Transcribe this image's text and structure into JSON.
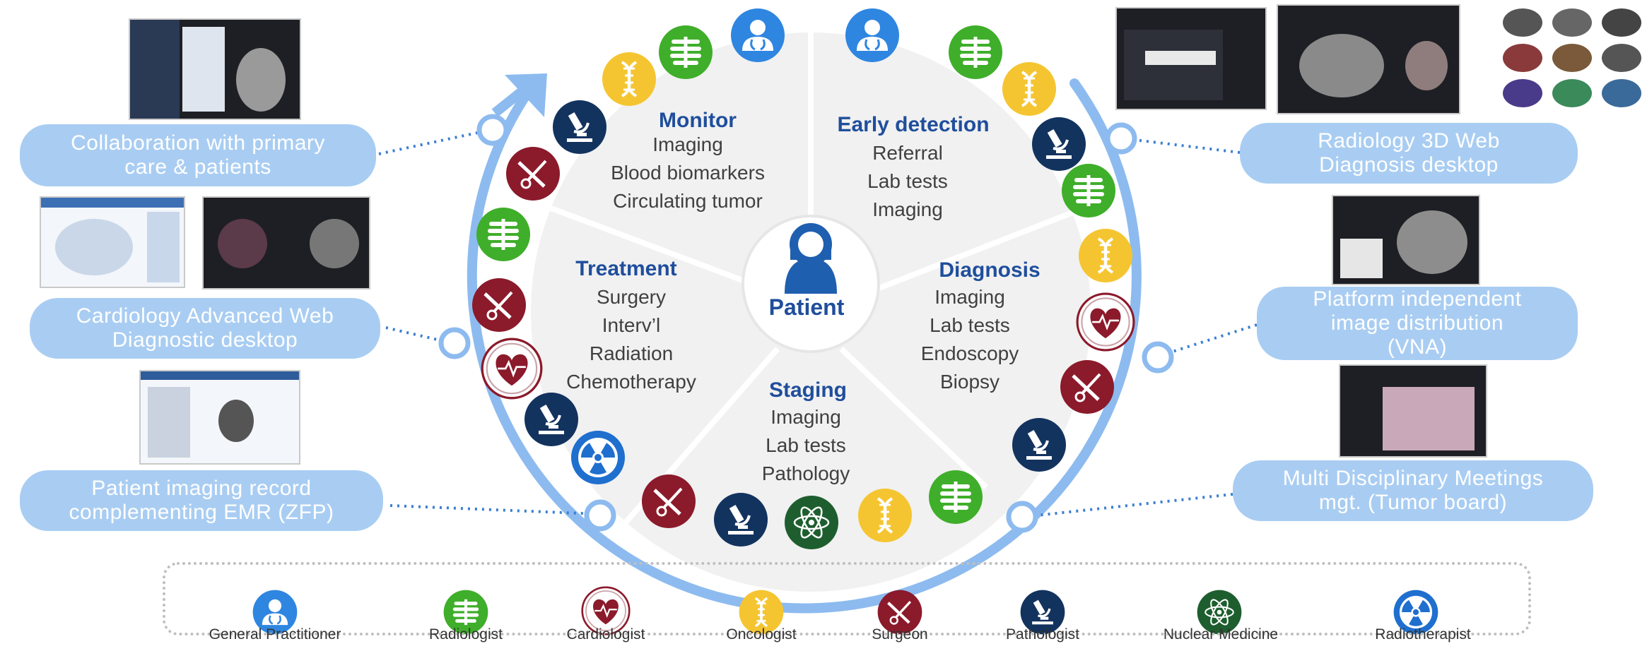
{
  "center": {
    "label": "Patient"
  },
  "sectors": [
    {
      "title": "Monitor",
      "lines": [
        "Imaging",
        "Blood biomarkers",
        "Circulating tumor"
      ]
    },
    {
      "title": "Early detection",
      "lines": [
        "Referral",
        "Lab tests",
        "Imaging"
      ]
    },
    {
      "title": "Diagnosis",
      "lines": [
        "Imaging",
        "Lab tests",
        "Endoscopy",
        "Biopsy"
      ]
    },
    {
      "title": "Staging",
      "lines": [
        "Imaging",
        "Lab tests",
        "Pathology"
      ]
    },
    {
      "title": "Treatment",
      "lines": [
        "Surgery",
        "Interv’l",
        "Radiation",
        "Chemotherapy"
      ]
    }
  ],
  "callouts": [
    {
      "text": "Collaboration with primary\ncare & patients"
    },
    {
      "text": "Cardiology Advanced Web\nDiagnostic desktop"
    },
    {
      "text": "Patient imaging record\ncomplementing EMR (ZFP)"
    },
    {
      "text": "Radiology 3D  Web\nDiagnosis desktop"
    },
    {
      "text": "Platform independent\nimage distribution\n(VNA)"
    },
    {
      "text": "Multi Disciplinary Meetings\nmgt. (Tumor board)"
    }
  ],
  "legend": [
    {
      "label": "General Practitioner",
      "icon": "doctor-icon"
    },
    {
      "label": "Radiologist",
      "icon": "ribcage-icon"
    },
    {
      "label": "Cardiologist",
      "icon": "heart-icon"
    },
    {
      "label": "Oncologist",
      "icon": "dna-icon"
    },
    {
      "label": "Surgeon",
      "icon": "scalpel-scissors-icon"
    },
    {
      "label": "Pathologist",
      "icon": "microscope-icon"
    },
    {
      "label": "Nuclear Medicine",
      "icon": "atom-icon"
    },
    {
      "label": "Radiotherapist",
      "icon": "radiation-icon"
    }
  ],
  "colors": {
    "ring": "#8dbbef",
    "title": "#1f4e9c",
    "body_text": "#404040",
    "callout_fill": "#a9cdf2",
    "wheel_fill": "#f1f1f1",
    "doctor": "#2f86e0",
    "ribcage": "#3fae2a",
    "heart": "#8b1a2b",
    "dna": "#f5c531",
    "scalpel": "#8b1a2b",
    "microscope": "#13335f",
    "atom": "#1e5e2e",
    "radiation": "#1f6fcf"
  }
}
